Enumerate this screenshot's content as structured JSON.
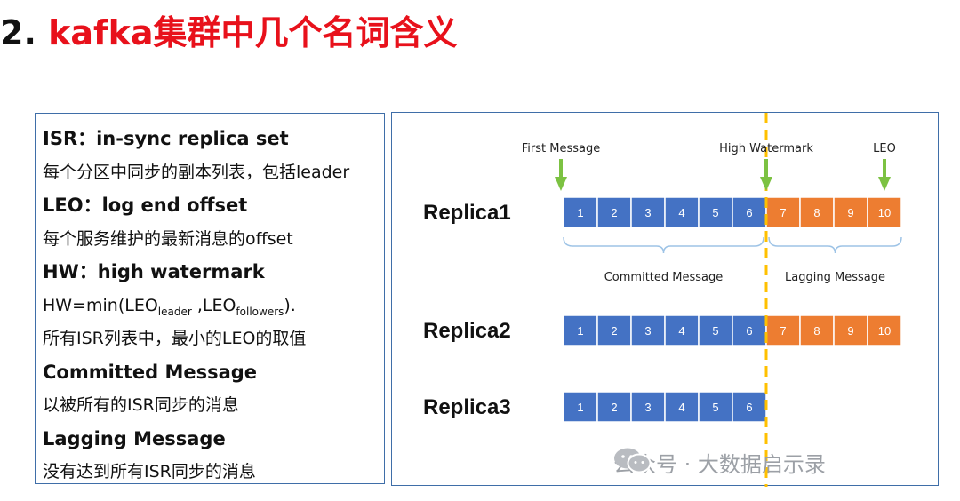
{
  "title": {
    "number": "2.",
    "text": "kafka集群中几个名词含义"
  },
  "definitions": [
    {
      "term": "ISR：in-sync replica set",
      "desc": "每个分区中同步的副本列表，包括leader"
    },
    {
      "term": "LEO：log end offset",
      "desc": "每个服务维护的最新消息的offset"
    },
    {
      "term": "HW：high watermark",
      "formula": {
        "prefix": "HW=min(LEO",
        "sub1": "leader",
        "mid": " ,LEO",
        "sub2": "followers",
        "suffix": ")."
      },
      "desc": "所有ISR列表中，最小的LEO的取值"
    },
    {
      "term": "Committed Message",
      "desc": "以被所有的ISR同步的消息"
    },
    {
      "term": "Lagging Message",
      "desc": "没有达到所有ISR同步的消息"
    }
  ],
  "diagram": {
    "markers": {
      "first": "First Message",
      "hw": "High Watermark",
      "leo": "LEO"
    },
    "replicas": [
      {
        "label": "Replica1",
        "messages": [
          1,
          2,
          3,
          4,
          5,
          6,
          7,
          8,
          9,
          10
        ]
      },
      {
        "label": "Replica2",
        "messages": [
          1,
          2,
          3,
          4,
          5,
          6,
          7,
          8,
          9,
          10
        ]
      },
      {
        "label": "Replica3",
        "messages": [
          1,
          2,
          3,
          4,
          5,
          6
        ]
      }
    ],
    "committed_count": 6,
    "braces": {
      "committed": "Committed Message",
      "lagging": "Lagging Message"
    },
    "colors": {
      "committed": "#4472c4",
      "lagging": "#ed7d31",
      "arrow": "#7cc242",
      "hw_line": "#ffc000",
      "brace": "#9dc3e6"
    }
  },
  "watermark": "公众号 · 大数据启示录"
}
